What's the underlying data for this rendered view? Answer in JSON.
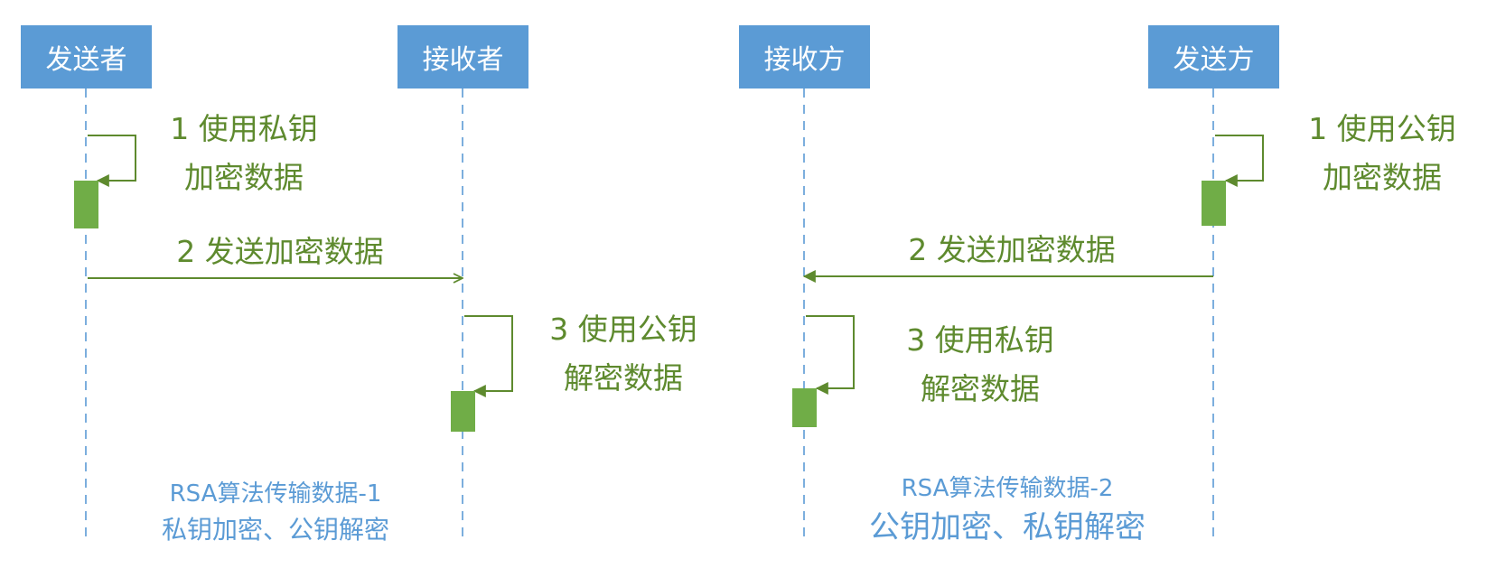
{
  "colors": {
    "actor_fill": "#5b9bd5",
    "actor_text": "#ffffff",
    "message": "#5e8a2e",
    "activation": "#70ad47",
    "lifeline": "#5b9bd5",
    "caption": "#5b9bd5"
  },
  "left_diagram": {
    "actors": {
      "sender": "发送者",
      "receiver": "接收者"
    },
    "step1": {
      "line1": "1 使用私钥",
      "line2": "加密数据"
    },
    "step2": "2 发送加密数据",
    "step3": {
      "line1": "3 使用公钥",
      "line2": "解密数据"
    },
    "caption": {
      "line1": "RSA算法传输数据-1",
      "line2": "私钥加密、公钥解密"
    }
  },
  "right_diagram": {
    "actors": {
      "receiver": "接收方",
      "sender": "发送方"
    },
    "step1": {
      "line1": "1 使用公钥",
      "line2": "加密数据"
    },
    "step2": "2 发送加密数据",
    "step3": {
      "line1": "3 使用私钥",
      "line2": "解密数据"
    },
    "caption": {
      "line1": "RSA算法传输数据-2",
      "line2": "公钥加密、私钥解密"
    }
  }
}
